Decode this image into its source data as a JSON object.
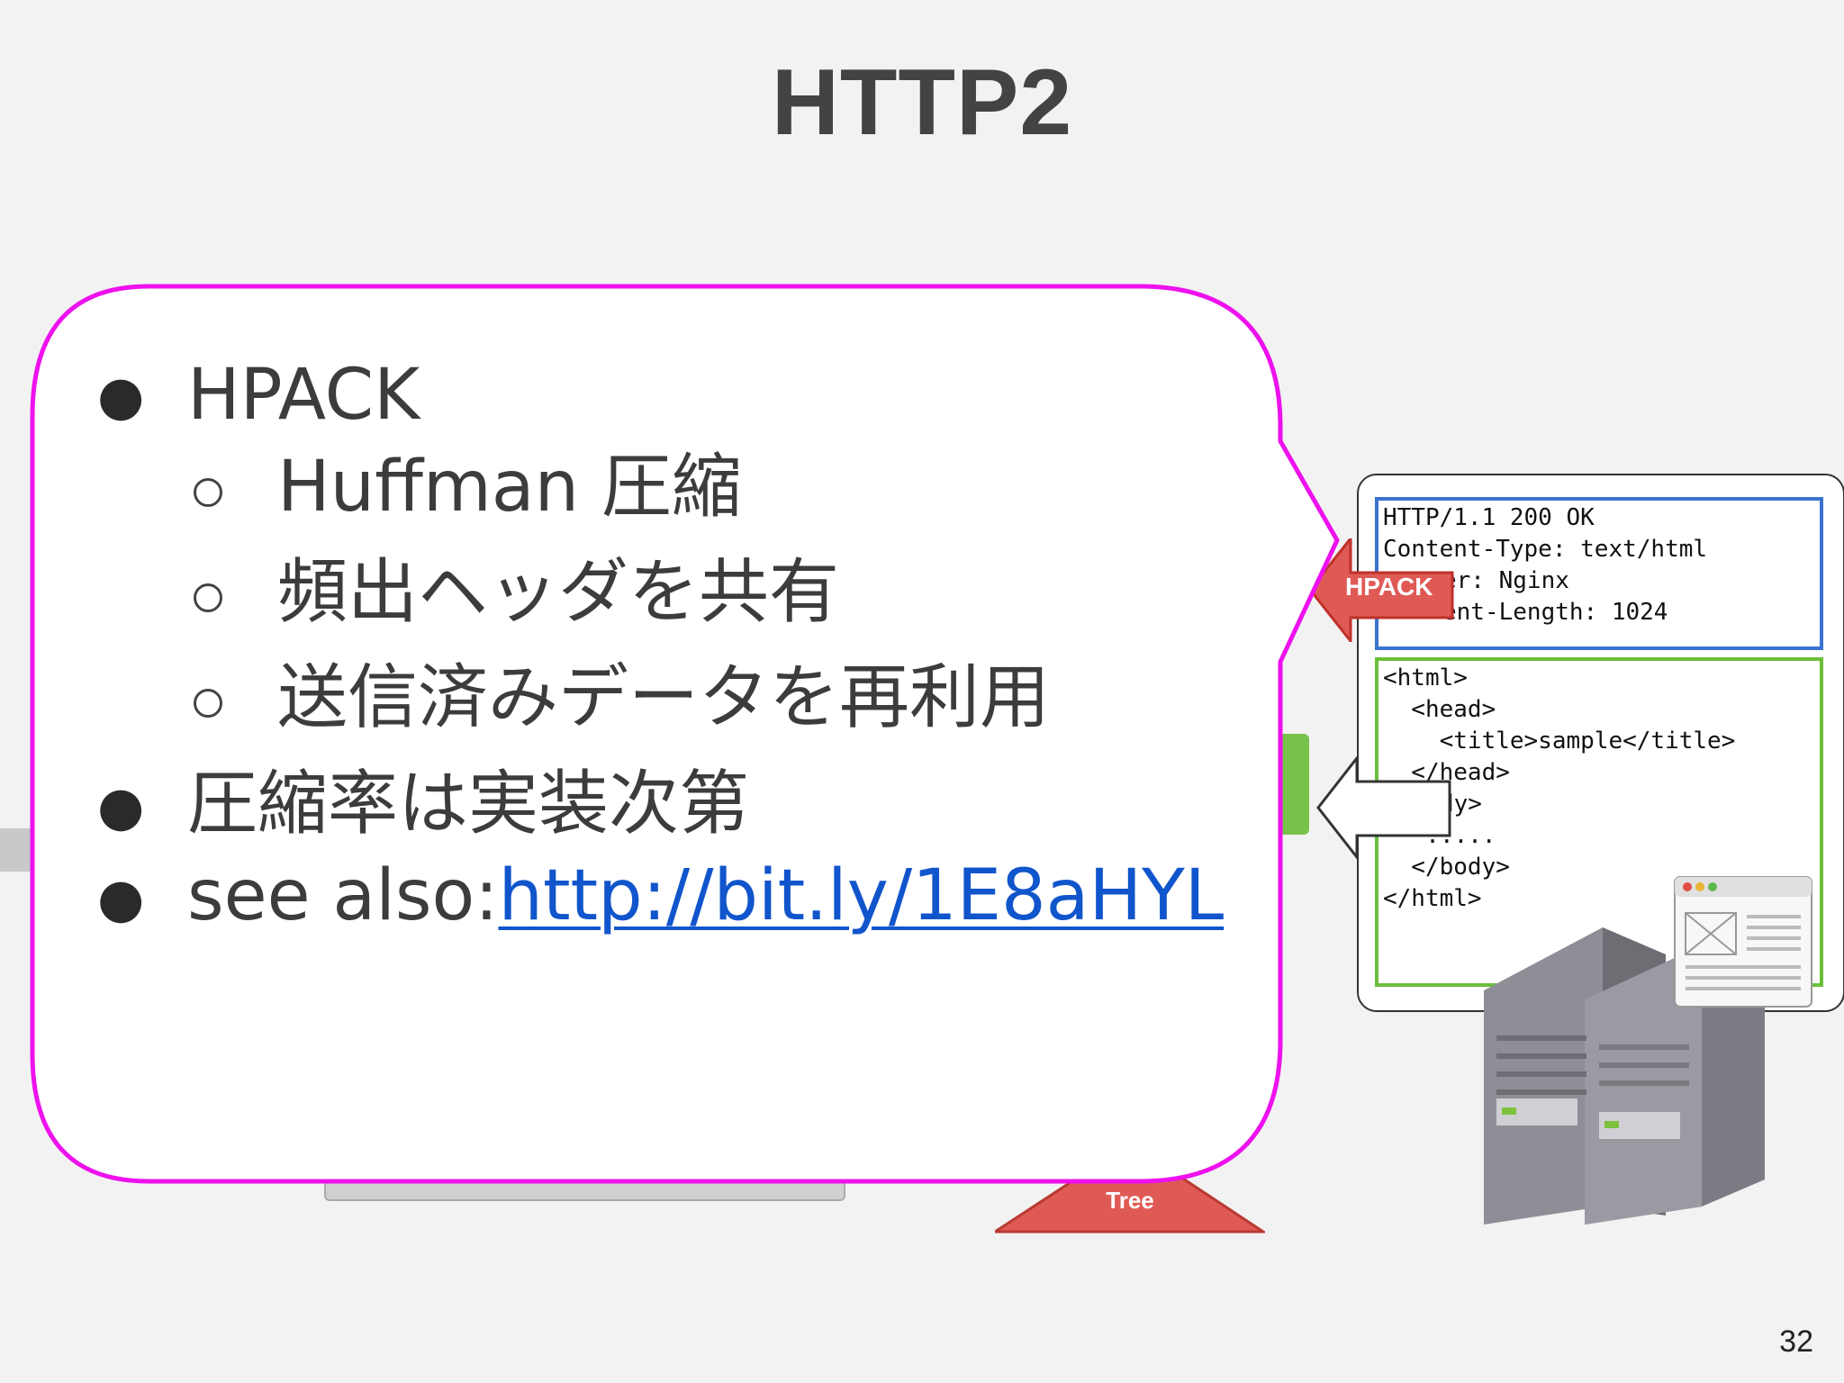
{
  "slide": {
    "title": "HTTP2",
    "page_number": "32"
  },
  "bubble": {
    "items": [
      {
        "level": 1,
        "text": "HPACK"
      },
      {
        "level": 2,
        "text": "Huffman 圧縮"
      },
      {
        "level": 2,
        "text": "頻出ヘッダを共有"
      },
      {
        "level": 2,
        "text": "送信済みデータを再利用"
      },
      {
        "level": 1,
        "text": "圧縮率は実装次第"
      },
      {
        "level": 1,
        "text": "see also:",
        "link": "http://bit.ly/1E8aHYL"
      }
    ],
    "border_color": "#ee11ee"
  },
  "diagram": {
    "header_lines": [
      "HTTP/1.1 200 OK",
      "Content-Type: text/html",
      "er: Nginx",
      "ent-Length: 1024"
    ],
    "body_lines": [
      "<html>",
      "  <head>",
      "    <title>sample</title>",
      "  </head>",
      "  ody>",
      "  .....",
      "  </body>",
      "</html>"
    ],
    "hpack_label": "HPACK",
    "tree_label": "Tree",
    "colors": {
      "header_border": "#3a73d0",
      "body_border": "#6bbf3a",
      "arrow_red": "#e05a55"
    }
  }
}
